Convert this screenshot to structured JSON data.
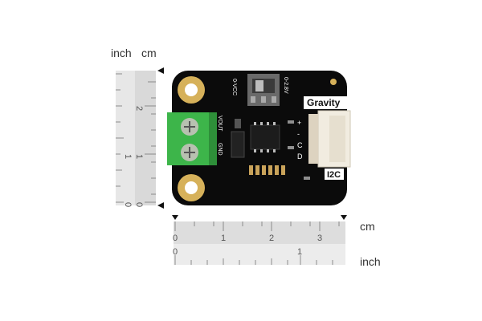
{
  "ruler_left": {
    "unit_inch": "inch",
    "unit_cm": "cm",
    "inch_ticks": [
      "0",
      "1"
    ],
    "cm_ticks": [
      "0",
      "1",
      "2"
    ]
  },
  "ruler_bottom": {
    "unit_cm": "cm",
    "unit_inch": "inch",
    "cm_ticks": [
      "0",
      "1",
      "2",
      "3"
    ],
    "inch_ticks": [
      "0",
      "1"
    ]
  },
  "board": {
    "brand_label": "Gravity",
    "interface_label": "I2C",
    "switch_label_left": "0-VCC",
    "switch_label_right": "0-2.8V",
    "terminal_label_top": "VOUT",
    "terminal_label_bottom": "GND",
    "pin_labels": [
      "+",
      "-",
      "C",
      "D"
    ],
    "colors": {
      "pcb": "#0b0b0b",
      "terminal": "#3db54a",
      "gold": "#d6b15a",
      "connector": "#f1ece0",
      "gravity_badge": "#ffffff"
    }
  }
}
